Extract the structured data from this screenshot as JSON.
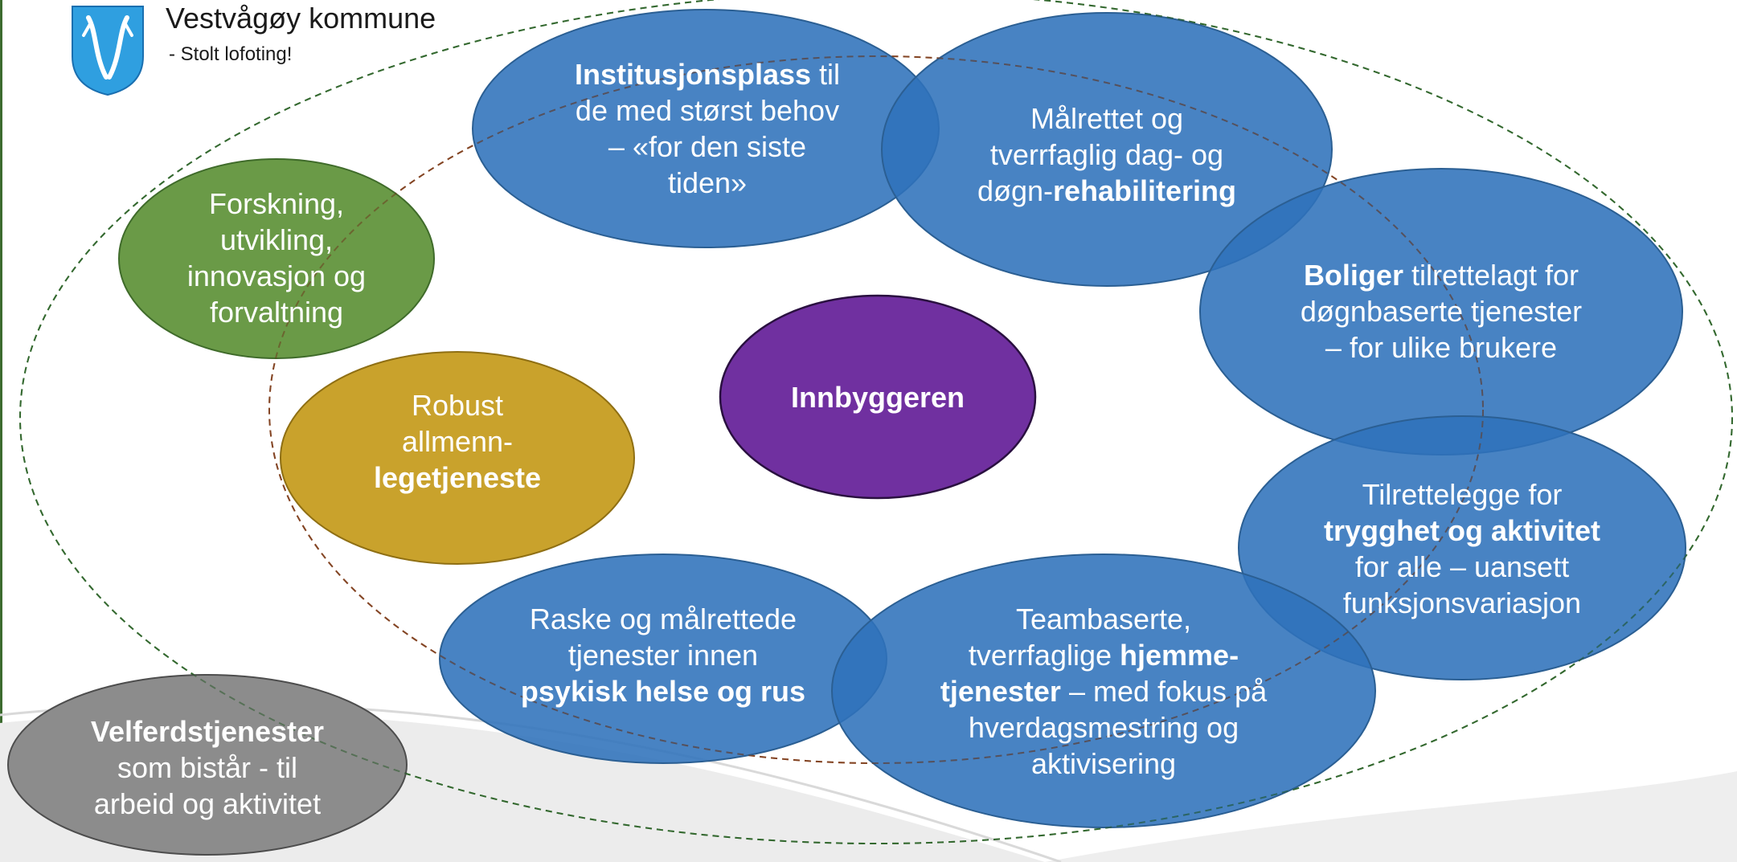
{
  "header": {
    "title": "Vestvågøy kommune",
    "subtitle": "- Stolt lofoting!"
  },
  "colors": {
    "blue": "#3f7fbf",
    "blue_outline": "#2b5f93",
    "green": "#6a9a47",
    "gold": "#c9a22c",
    "purple": "#7030a0",
    "grey": "#8c8c8c",
    "dash_green": "#3f7a35",
    "dash_brown": "#a0522d"
  },
  "center": {
    "label": "Innbyggeren"
  },
  "nodes": {
    "institusjon": {
      "part1_bold": "Institusjonsplass",
      "part1_rest": " til",
      "line2": "de med størst behov",
      "line3": "– «for den siste",
      "line4": "tiden»"
    },
    "rehab": {
      "line1": "Målrettet og",
      "line2": "tverrfaglig dag- og",
      "line3_plain": "døgn-",
      "line3_bold": "rehabilitering"
    },
    "boliger": {
      "line1_bold": "Boliger",
      "line1_rest": " tilrettelagt for",
      "line2": "døgnbaserte tjenester",
      "line3": "– for ulike brukere"
    },
    "trygghet": {
      "line1": "Tilrettelegge for",
      "line2_bold": "trygghet og aktivitet",
      "line3": "for alle – uansett",
      "line4": "funksjonsvariasjon"
    },
    "teambaserte": {
      "line1": "Teambaserte,",
      "line2_plain": "tverrfaglige ",
      "line2_bold": "hjemme-",
      "line3_bold": "tjenester",
      "line3_rest": " – med fokus på",
      "line4": "hverdagsmestring og",
      "line5": "aktivisering"
    },
    "psykisk": {
      "line1": "Raske og målrettede",
      "line2": "tjenester innen",
      "line3_bold": "psykisk helse og rus"
    },
    "forskning": {
      "line1": "Forskning,",
      "line2": "utvikling,",
      "line3": "innovasjon og",
      "line4": "forvaltning"
    },
    "lege": {
      "line1": "Robust",
      "line2": "allmenn-",
      "line3_bold": "legetjeneste"
    },
    "velferd": {
      "line1_bold": "Velferdstjenester",
      "line2": "som bistår - til",
      "line3": "arbeid og aktivitet"
    }
  }
}
